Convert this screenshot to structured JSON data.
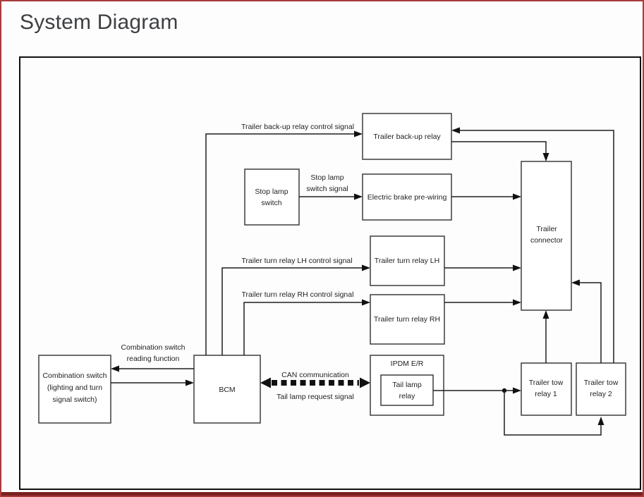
{
  "title": "System Diagram",
  "colors": {
    "page_border_red": "#a83c3c",
    "footer_red": "#7c2020",
    "line_color": "#1f1f1f",
    "box_fill": "#ffffff"
  },
  "diagram": {
    "boxes": {
      "trailer_backup_relay": {
        "label": "Trailer back-up relay"
      },
      "stop_lamp_switch": {
        "line1": "Stop lamp",
        "line2": "switch"
      },
      "electric_brake_prewiring": {
        "label": "Electric brake pre-wiring"
      },
      "trailer_turn_relay_lh": {
        "label": "Trailer turn relay LH"
      },
      "trailer_turn_relay_rh": {
        "label": "Trailer turn relay RH"
      },
      "trailer_connector": {
        "line1": "Trailer",
        "line2": "connector"
      },
      "combination_switch": {
        "line1": "Combination switch",
        "line2": "(lighting and turn",
        "line3": "signal switch)"
      },
      "bcm": {
        "label": "BCM"
      },
      "ipdm_er": {
        "label": "IPDM E/R"
      },
      "tail_lamp_relay": {
        "line1": "Tail lamp",
        "line2": "relay"
      },
      "trailer_tow_relay_1": {
        "line1": "Trailer tow",
        "line2": "relay 1"
      },
      "trailer_tow_relay_2": {
        "line1": "Trailer tow",
        "line2": "relay 2"
      }
    },
    "signals": {
      "backup_control": "Trailer back-up relay control signal",
      "stop_lamp_line1": "Stop lamp",
      "stop_lamp_line2": "switch signal",
      "lh_control": "Trailer turn relay LH control signal",
      "rh_control": "Trailer turn relay RH control signal",
      "comb_read_line1": "Combination switch",
      "comb_read_line2": "reading function",
      "can_communication": "CAN communication",
      "tail_lamp_request": "Tail lamp request signal"
    }
  }
}
